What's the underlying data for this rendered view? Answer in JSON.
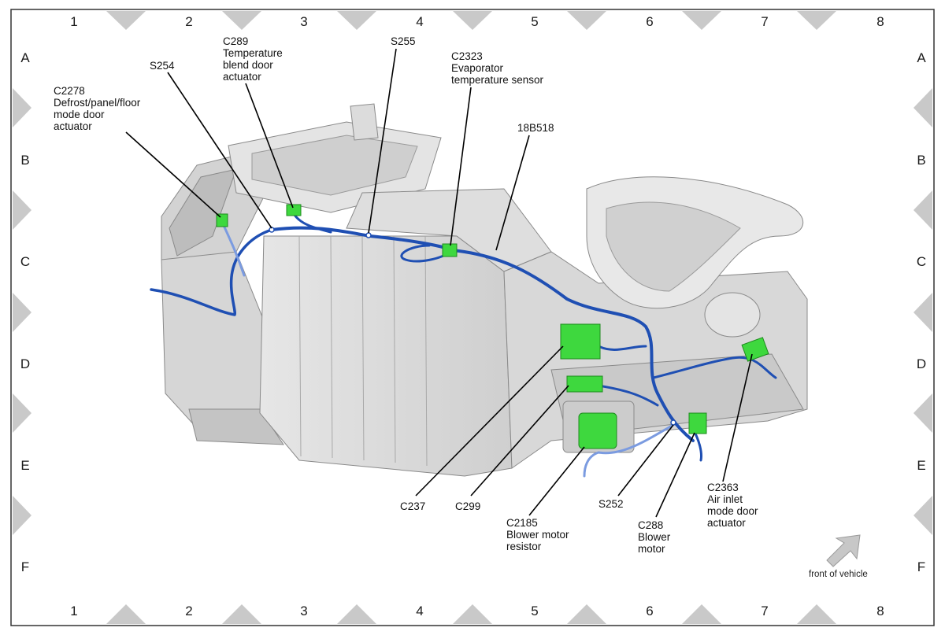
{
  "grid": {
    "columns": [
      "1",
      "2",
      "3",
      "4",
      "5",
      "6",
      "7",
      "8"
    ],
    "rows": [
      "A",
      "B",
      "C",
      "D",
      "E",
      "F"
    ]
  },
  "callouts": {
    "c2278": {
      "lines": [
        "C2278",
        "Defrost/panel/floor",
        "mode door",
        "actuator"
      ]
    },
    "s254": {
      "lines": [
        "S254"
      ]
    },
    "c289": {
      "lines": [
        "C289",
        "Temperature",
        "blend door",
        "actuator"
      ]
    },
    "s255": {
      "lines": [
        "S255"
      ]
    },
    "c2323": {
      "lines": [
        "C2323",
        "Evaporator",
        "temperature sensor"
      ]
    },
    "b18b518": {
      "lines": [
        "18B518"
      ]
    },
    "c237": {
      "lines": [
        "C237"
      ]
    },
    "c299": {
      "lines": [
        "C299"
      ]
    },
    "c2185": {
      "lines": [
        "C2185",
        "Blower motor",
        "resistor"
      ]
    },
    "s252": {
      "lines": [
        "S252"
      ]
    },
    "c288": {
      "lines": [
        "C288",
        "Blower",
        "motor"
      ]
    },
    "c2363": {
      "lines": [
        "C2363",
        "Air inlet",
        "mode door",
        "actuator"
      ]
    }
  },
  "front_of_vehicle": "front of vehicle",
  "colors": {
    "harness": "#1f4fb3",
    "harness_light": "#7b9be0",
    "connector": "#3ed83e",
    "housing": "#d9d9d9",
    "grid_triangle": "#c9c9c9"
  }
}
